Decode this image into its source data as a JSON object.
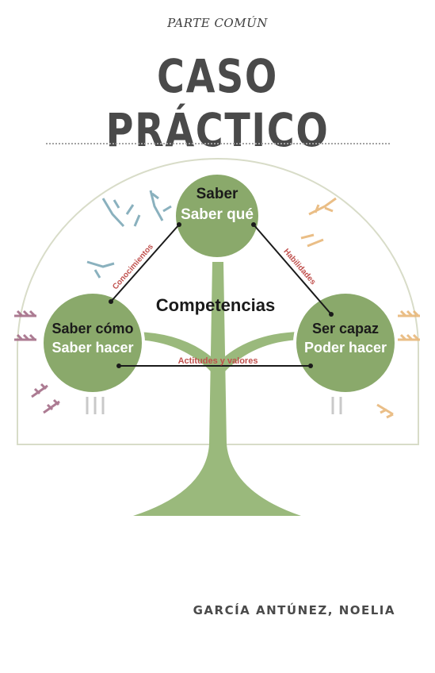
{
  "header": {
    "kicker": "PARTE COMÚN",
    "title": "CASO PRÁCTICO"
  },
  "diagram": {
    "center_label": "Competencias",
    "nodes": {
      "top": {
        "line1": "Saber",
        "line2": "Saber qué"
      },
      "left": {
        "line1": "Saber cómo",
        "line2": "Saber hacer"
      },
      "right": {
        "line1": "Ser capaz",
        "line2": "Poder hacer"
      }
    },
    "links": {
      "left": "Conocimientos",
      "right": "Habilidades",
      "bottom": "Actitudes y valores"
    }
  },
  "footer": {
    "author": "GARCÍA ANTÚNEZ, NOELIA"
  },
  "colors": {
    "circle": "#8aa96b",
    "trunk": "#9ab97c",
    "link_text": "#c0504d",
    "dome_stroke": "#d8dcc8",
    "leaf_blue": "#7ea9b8",
    "leaf_purple": "#a46d87",
    "leaf_orange": "#e8b77a"
  }
}
